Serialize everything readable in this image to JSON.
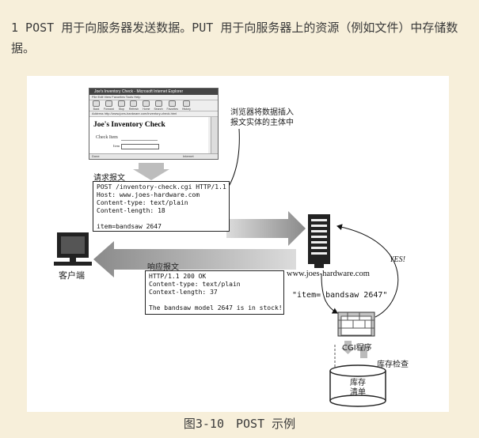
{
  "paragraph": "1 POST 用于向服务器发送数据。PUT 用于向服务器上的资源（例如文件）中存储数据。",
  "caption": "图3-10　POST 示例",
  "browser": {
    "title_bar": "Joe's Inventory Check - Microsoft Internet Explorer",
    "menu": "File  Edit  View  Favorites  Tools  Help",
    "toolbar_buttons": [
      "Back",
      "Forward",
      "Stop",
      "Refresh",
      "Home",
      "Search",
      "Favorites",
      "History"
    ],
    "address_label": "Address",
    "address": "http://www.joes-hardware.com/inventory-check.html",
    "page_heading": "Joe's Inventory Check",
    "form_label": "Check Item",
    "field_label": "Item",
    "status": "Done",
    "zone": "Internet"
  },
  "annotations": {
    "browser_insert": [
      "浏览器将数据插入",
      "报文实体的主体中"
    ],
    "request_label": "请求报文",
    "response_label": "响应报文",
    "client_label": "客户端",
    "server_host": "www.joes-hardware.com",
    "cgi_param": "\"item= bandsaw 2647\"",
    "yes": "YES!",
    "cgi_label": "CGI程序",
    "inventory_check": "库存检查",
    "db_label": [
      "库存",
      "清单"
    ]
  },
  "request": {
    "lines": [
      "POST /inventory-check.cgi HTTP/1.1",
      "Host: www.joes-hardware.com",
      "Content-type: text/plain",
      "Content-length: 18"
    ],
    "body": "item=bandsaw 2647"
  },
  "response": {
    "lines": [
      "HTTP/1.1 200 OK",
      "Content-type: text/plain",
      "Context-length: 37"
    ],
    "body": "The bandsaw model 2647 is in stock!"
  }
}
